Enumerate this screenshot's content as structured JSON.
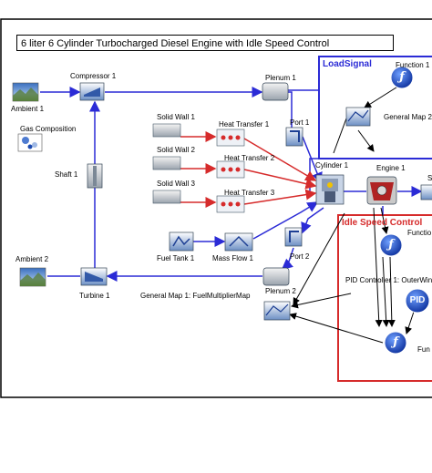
{
  "title": "6 liter  6 Cylinder Turbocharged Diesel Engine with Idle Speed Control",
  "groups": {
    "load_signal": {
      "title": "LoadSignal",
      "color": "#2b2bd6"
    },
    "idle_speed": {
      "title": "Idle Speed Control",
      "color": "#d62b2b"
    }
  },
  "components": {
    "ambient1": "Ambient 1",
    "gas_composition": "Gas Composition",
    "compressor1": "Compressor 1",
    "plenum1": "Plenum 1",
    "shaft1": "Shaft 1",
    "solid_wall1": "Solid Wall 1",
    "solid_wall2": "Solid Wall 2",
    "solid_wall3": "Solid Wall 3",
    "heat_transfer1": "Heat Transfer 1",
    "heat_transfer2": "Heat Transfer 2",
    "heat_transfer3": "Heat Transfer 3",
    "port1": "Port 1",
    "cylinder1": "Cylinder 1",
    "engine1": "Engine 1",
    "fuel_tank1": "Fuel Tank 1",
    "mass_flow1": "Mass Flow 1",
    "port2": "Port 2",
    "ambient2": "Ambient 2",
    "turbine1": "Turbine 1",
    "plenum2": "Plenum 2",
    "general_map1": "General Map 1: FuelMultiplierMap",
    "function1_top": "Function 1",
    "general_map2": "General Map 2",
    "function_idle": "Functio",
    "pid_controller": "PID Controller 1: OuterWin",
    "func_bottom": "Fun",
    "pid_text": "PID",
    "edge_s": "S"
  },
  "colors": {
    "flow": "#2b2bd6",
    "thermal": "#d62b2b",
    "signal": "#000000"
  }
}
